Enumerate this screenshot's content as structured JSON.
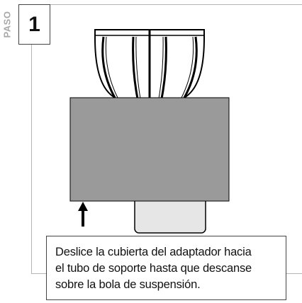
{
  "step": {
    "label": "PASO",
    "number": "1"
  },
  "illustration": {
    "colors": {
      "adapter_cover": "#9a9a9a",
      "tube": "#e6e6e6",
      "lamp_shade": "#ffffff",
      "arrows": "#000000",
      "outline": "#000000"
    },
    "icons": [
      "pendant-lamp-shade-icon",
      "up-arrow-icon"
    ]
  },
  "caption": {
    "lines": [
      "Deslice la cubierta del adaptador hacia",
      "el tubo de soporte hasta que descanse",
      "sobre la bola de suspensión."
    ]
  },
  "colors": {
    "frame": "#b5b5b5",
    "border": "#444444",
    "text": "#111111",
    "step_label": "#a8a8a8"
  }
}
